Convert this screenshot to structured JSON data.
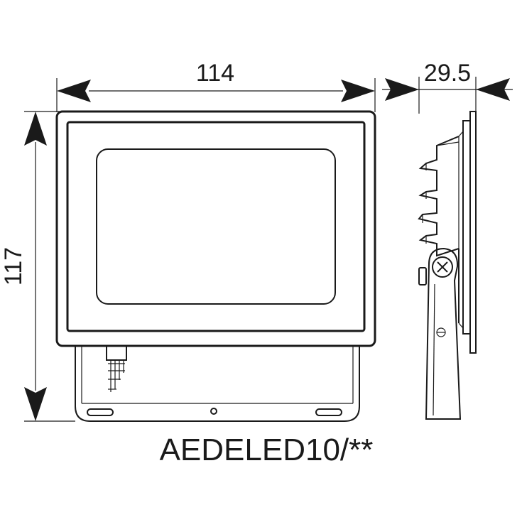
{
  "dimensions": {
    "width": "114",
    "depth": "29.5",
    "height": "117"
  },
  "model": "AEDELED10/**"
}
